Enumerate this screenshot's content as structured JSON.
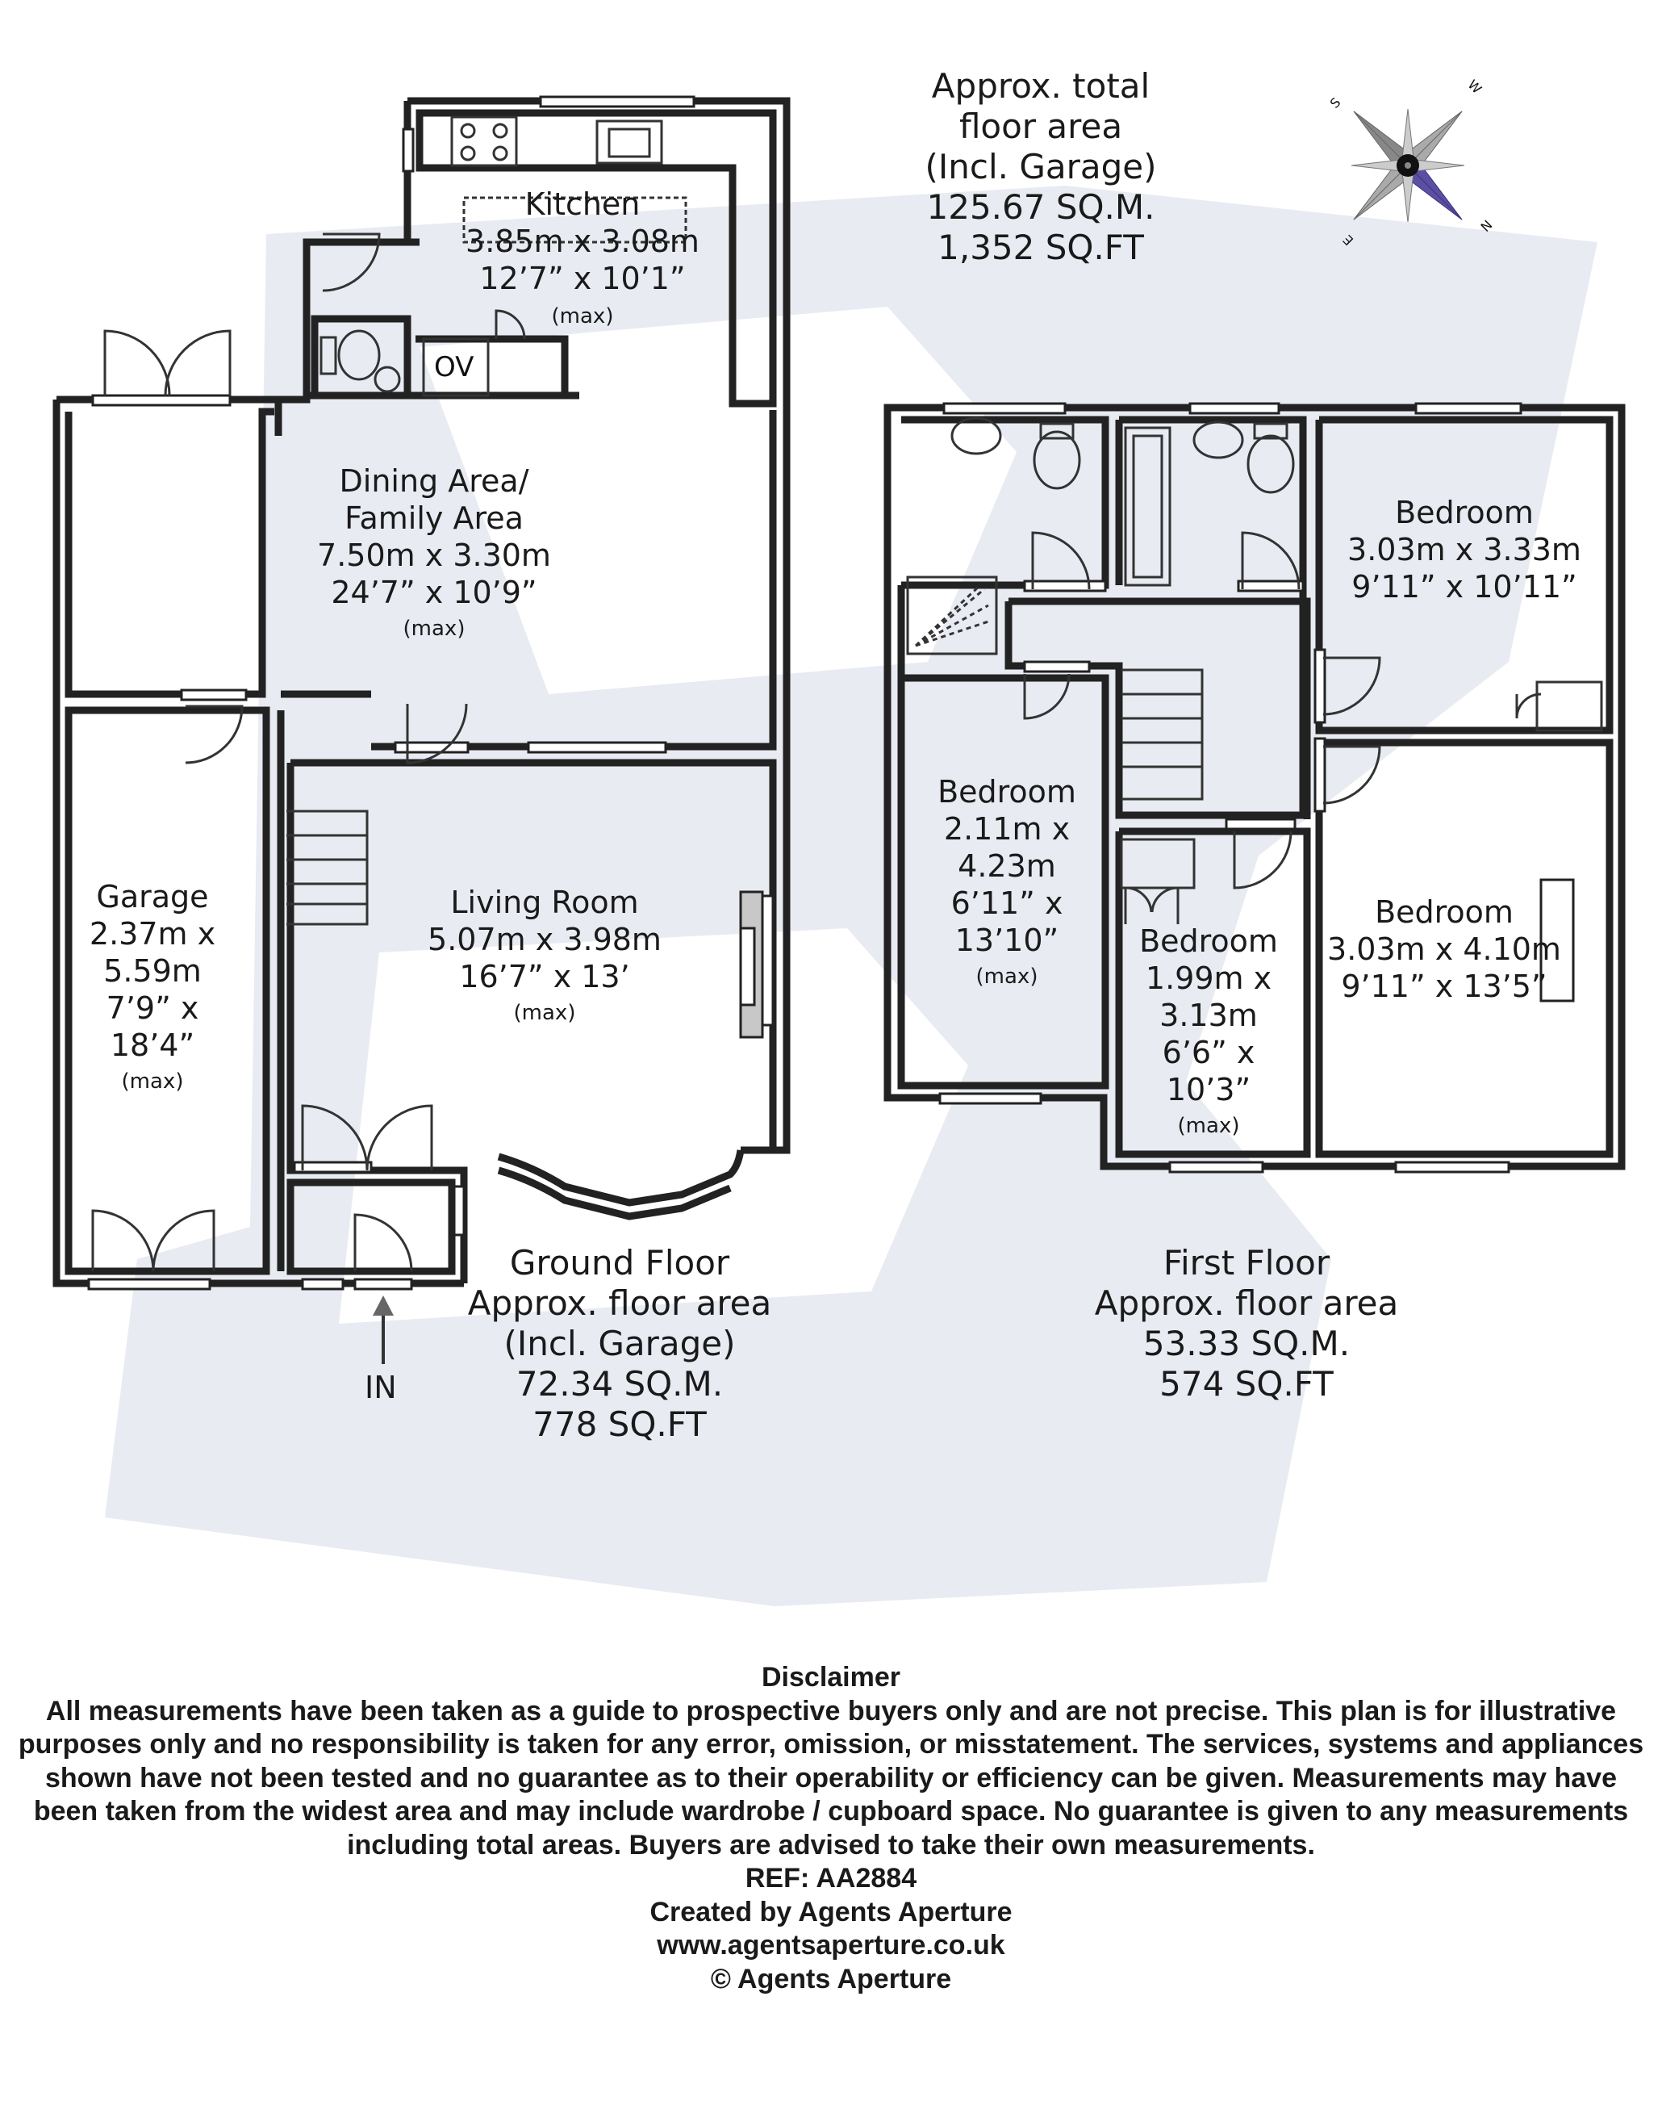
{
  "total_area": {
    "lines": [
      "Approx. total",
      "floor area",
      "(Incl. Garage)",
      "125.67 SQ.M.",
      "1,352 SQ.FT"
    ]
  },
  "compass": {
    "n": "N",
    "e": "E",
    "s": "S",
    "w": "W"
  },
  "ground_floor": {
    "rooms": {
      "kitchen": {
        "name": "Kitchen",
        "metric": "3.85m x 3.08m",
        "imperial": "12’7” x 10’1”",
        "note": "(max)"
      },
      "dining": {
        "name1": "Dining Area/",
        "name2": "Family Area",
        "metric": "7.50m x 3.30m",
        "imperial": "24’7” x 10’9”",
        "note": "(max)"
      },
      "garage": {
        "name": "Garage",
        "metric1": "2.37m x",
        "metric2": "5.59m",
        "imperial1": "7’9” x",
        "imperial2": "18’4”",
        "note": "(max)"
      },
      "living": {
        "name": "Living Room",
        "metric": "5.07m x 3.98m",
        "imperial": "16’7” x 13’",
        "note": "(max)"
      }
    },
    "oven_label": "OV",
    "entrance_label": "IN",
    "area": {
      "lines": [
        "Ground Floor",
        "Approx. floor area",
        "(Incl. Garage)",
        "72.34 SQ.M.",
        "778 SQ.FT"
      ]
    }
  },
  "first_floor": {
    "rooms": {
      "bedroom_ne": {
        "name": "Bedroom",
        "metric": "3.03m x 3.33m",
        "imperial": "9’11” x 10’11”"
      },
      "bedroom_w": {
        "name": "Bedroom",
        "metric1": "2.11m x",
        "metric2": "4.23m",
        "imperial1": "6’11” x",
        "imperial2": "13’10”",
        "note": "(max)"
      },
      "bedroom_mid": {
        "name": "Bedroom",
        "metric1": "1.99m x",
        "metric2": "3.13m",
        "imperial1": "6’6” x",
        "imperial2": "10’3”",
        "note": "(max)"
      },
      "bedroom_se": {
        "name": "Bedroom",
        "metric": "3.03m x 4.10m",
        "imperial": "9’11” x 13’5”"
      }
    },
    "area": {
      "lines": [
        "First Floor",
        "Approx. floor area",
        "53.33 SQ.M.",
        "574 SQ.FT"
      ]
    }
  },
  "disclaimer": {
    "title": "Disclaimer",
    "body": "All measurements have been taken as a guide to prospective buyers only and are not precise. This plan is for illustrative purposes only and no responsibility is taken for any error, omission, or misstatement. The services, systems and appliances shown have not been tested and no guarantee as to their operability or efficiency can be given. Measurements may have been taken from the widest area and may include wardrobe / cupboard space. No guarantee is given to any measurements including total areas. Buyers are advised to take their own measurements.",
    "ref": "REF: AA2884",
    "created": "Created by Agents Aperture",
    "website": "www.agentsaperture.co.uk",
    "copyright": "© Agents Aperture"
  },
  "colors": {
    "wall": "#222222",
    "watermark": "#e6e9f1",
    "compass_accent": "#5b4fa3"
  }
}
